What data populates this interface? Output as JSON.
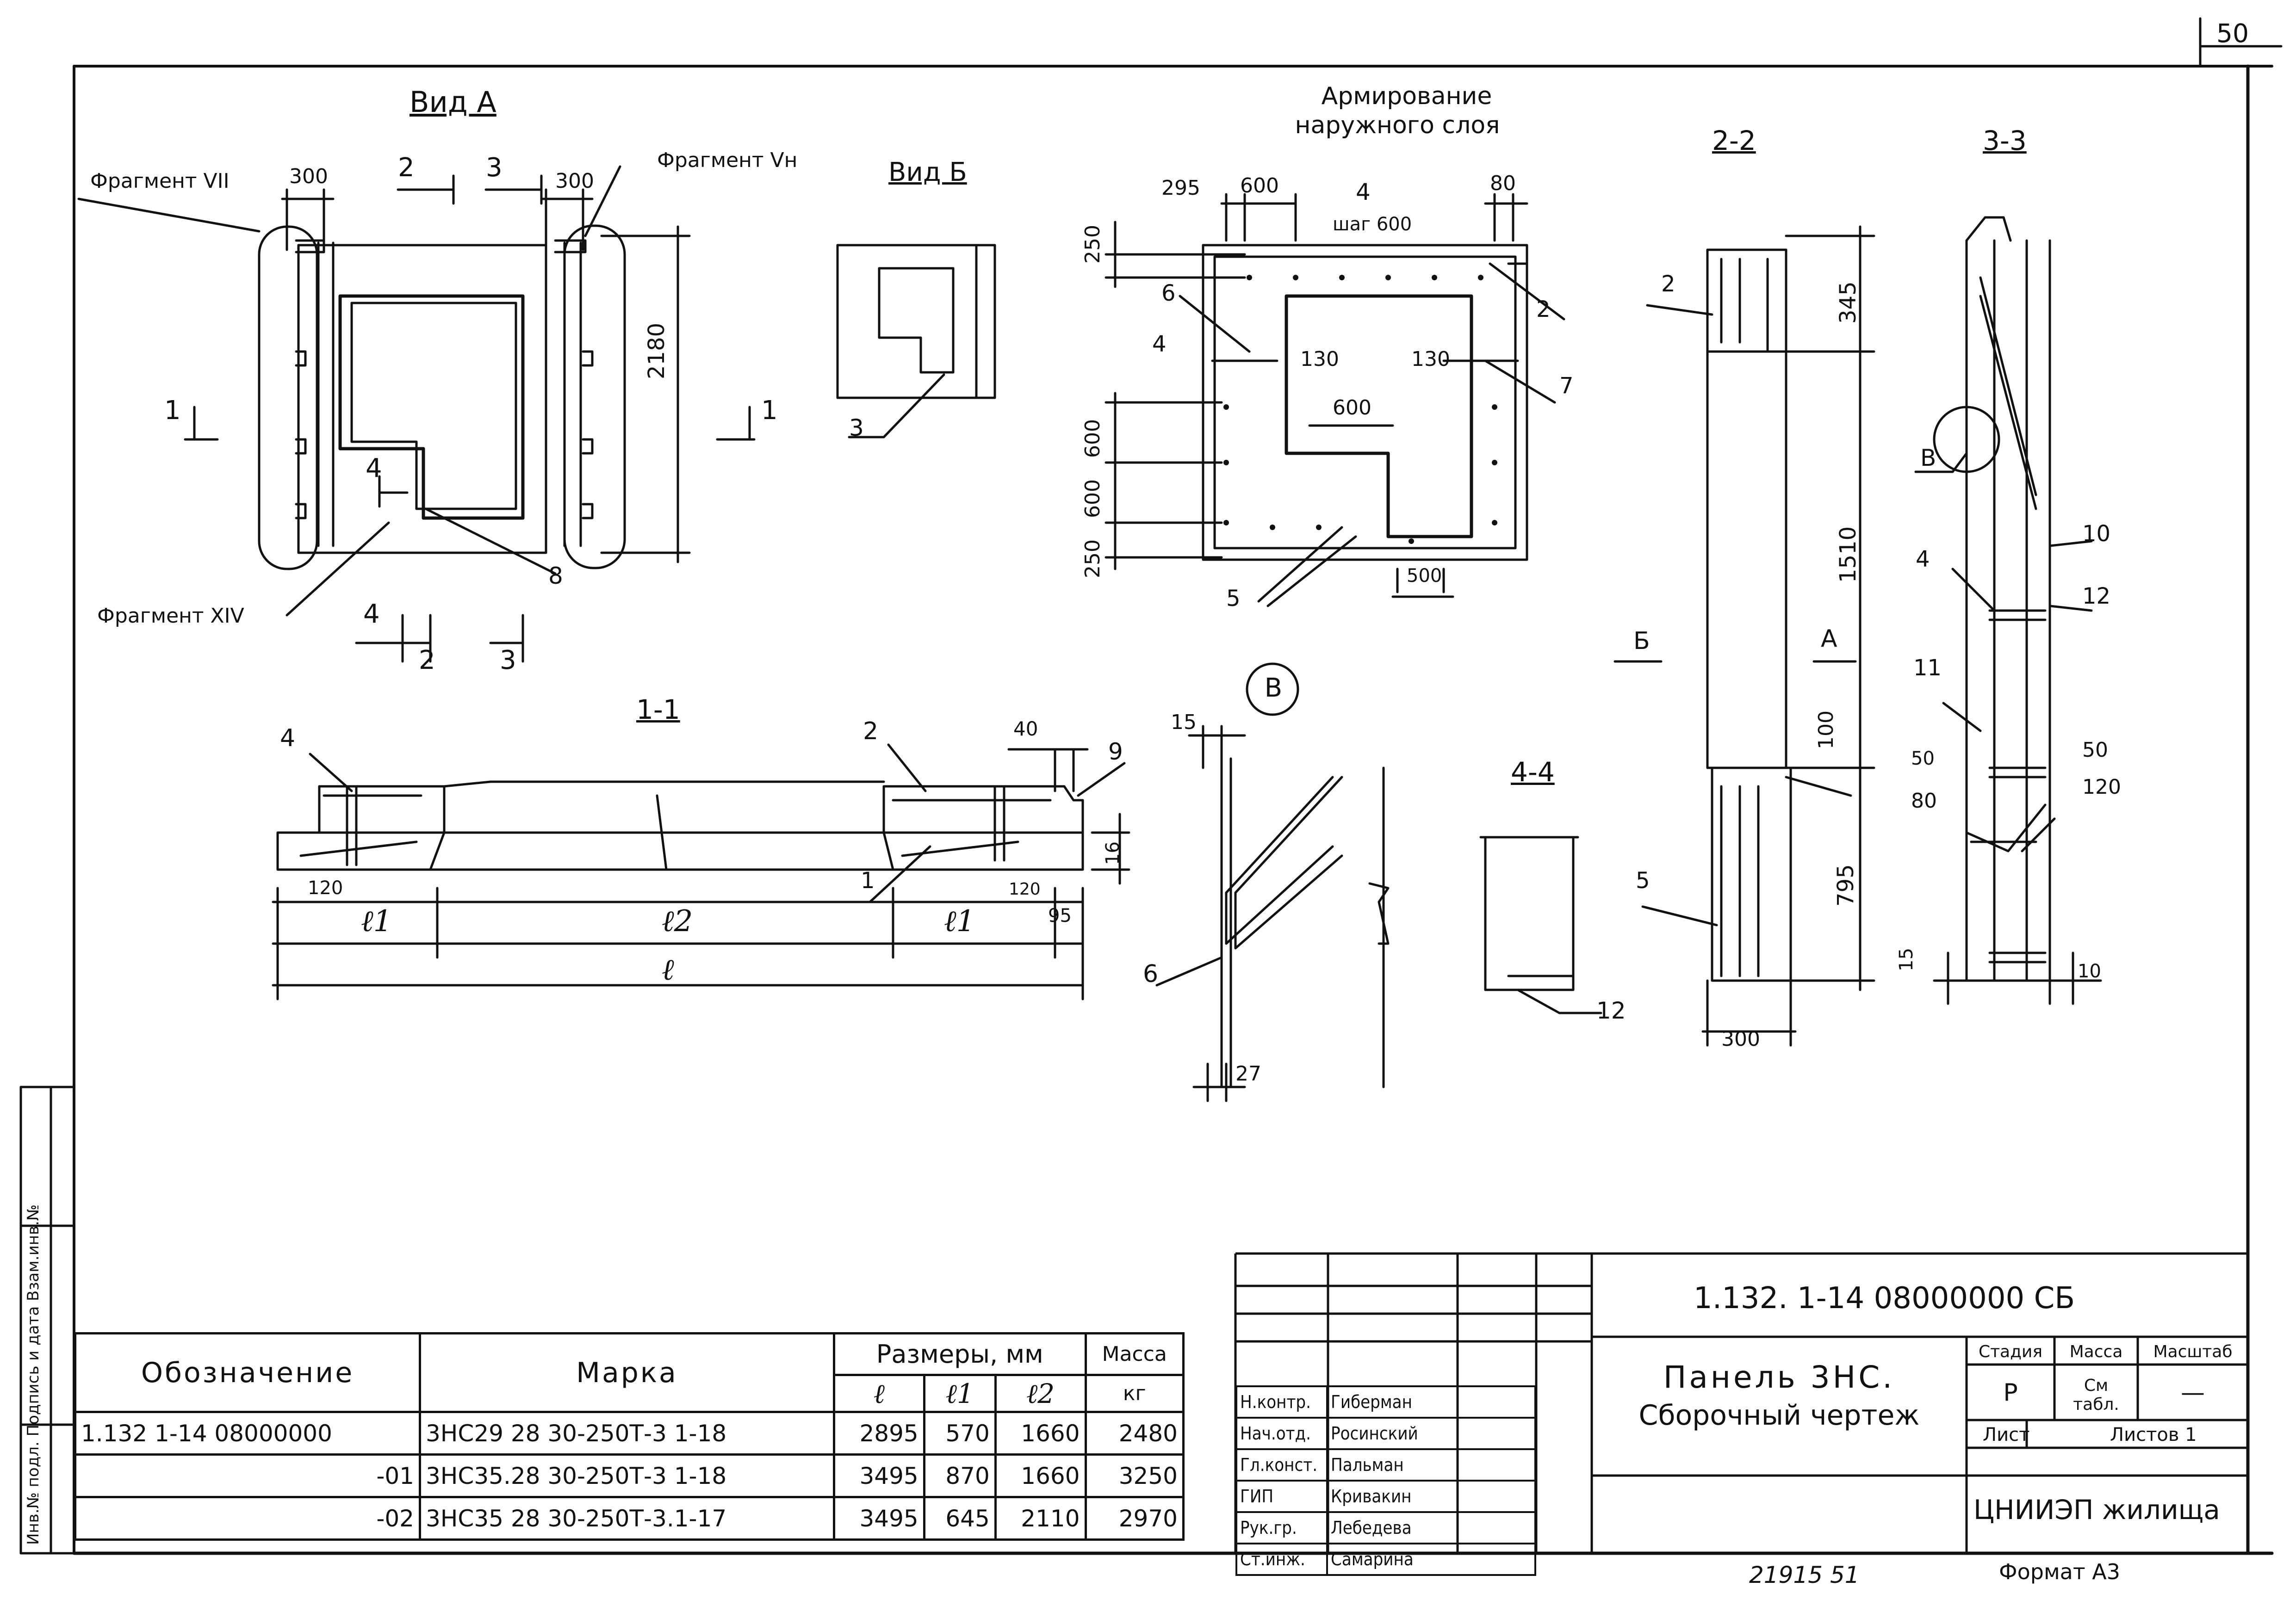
{
  "page_number": "50",
  "views": {
    "vid_a": "Вид А",
    "vid_b": "Вид Б",
    "reinforcement_title_1": "Армирование",
    "reinforcement_title_2": "наружного слоя",
    "sec_1_1": "1-1",
    "sec_2_2": "2-2",
    "sec_3_3": "3-3",
    "sec_4_4": "4-4",
    "node_b": "В"
  },
  "fragments": {
    "f7": "Фрагмент VII",
    "f5n": "Фрагмент Vн",
    "f14": "Фрагмент XIV"
  },
  "labels": {
    "shag": "шаг 600",
    "l": "ℓ",
    "l1": "ℓ1",
    "l2": "ℓ2",
    "a_arrow": "А",
    "b_arrow": "Б",
    "v_callout": "В"
  },
  "dims": {
    "d300a": "300",
    "d300b": "300",
    "d2180": "2180",
    "d295": "295",
    "d600t": "600",
    "d80": "80",
    "d250a": "250",
    "d130a": "130",
    "d130b": "130",
    "d600m": "600",
    "d600l1": "600",
    "d600l2": "600",
    "d250b": "250",
    "d500": "500",
    "d345": "345",
    "d1510": "1510",
    "d100": "100",
    "d795": "795",
    "d300s": "300",
    "d40": "40",
    "d16": "16",
    "d120a": "120",
    "d120b": "120",
    "d95": "95",
    "d15a": "15",
    "d27": "27",
    "d15b": "15",
    "d10": "10",
    "d50a": "50",
    "d50b": "50",
    "d80b": "80",
    "d120c": "120"
  },
  "marks": [
    "1",
    "2",
    "3",
    "4",
    "5",
    "6",
    "7",
    "8",
    "9",
    "10",
    "11",
    "12"
  ],
  "cut_marks": {
    "one": "1",
    "two": "2",
    "three": "3",
    "four": "4"
  },
  "spec_table": {
    "headers": {
      "designation": "Обозначение",
      "mark": "Марка",
      "sizes": "Размеры, мм",
      "mass": "Масса",
      "l": "ℓ",
      "l1": "ℓ1",
      "l2": "ℓ2",
      "kg": "кг"
    },
    "rows": [
      {
        "designation": "1.132 1-14   08000000",
        "mark": "3НС29 28 30-250Т-3 1-18",
        "l": "2895",
        "l1": "570",
        "l2": "1660",
        "mass": "2480"
      },
      {
        "designation": "-01",
        "mark": "3НС35.28 30-250Т-3 1-18",
        "l": "3495",
        "l1": "870",
        "l2": "1660",
        "mass": "3250"
      },
      {
        "designation": "-02",
        "mark": "3НС35 28 30-250Т-3.1-17",
        "l": "3495",
        "l1": "645",
        "l2": "2110",
        "mass": "2970"
      }
    ]
  },
  "title_block": {
    "code": "1.132. 1-14  08000000  СБ",
    "name_1": "Панель 3НС.",
    "name_2": "Сборочный чертеж",
    "stage_h": "Стадия",
    "mass_h": "Масса",
    "scale_h": "Масштаб",
    "stage": "Р",
    "mass": "См табл.",
    "scale": "—",
    "sheet": "Лист",
    "sheets": "Листов 1",
    "org": "ЦНИИЭП жилища",
    "signers": [
      {
        "role": "Н.контр.",
        "name": "Гиберман"
      },
      {
        "role": "Нач.отд.",
        "name": "Росинский"
      },
      {
        "role": "Гл.конст.",
        "name": "Пальман"
      },
      {
        "role": "ГИП",
        "name": "Кривакин"
      },
      {
        "role": "Рук.гр.",
        "name": "Лебедева"
      },
      {
        "role": "Ст.инж.",
        "name": "Самарина"
      }
    ]
  },
  "side_stamp": "Инв.№ подл.   Подпись и дата   Взам.инв.№",
  "footer": {
    "num": "21915   51",
    "format": "Формат А3"
  }
}
